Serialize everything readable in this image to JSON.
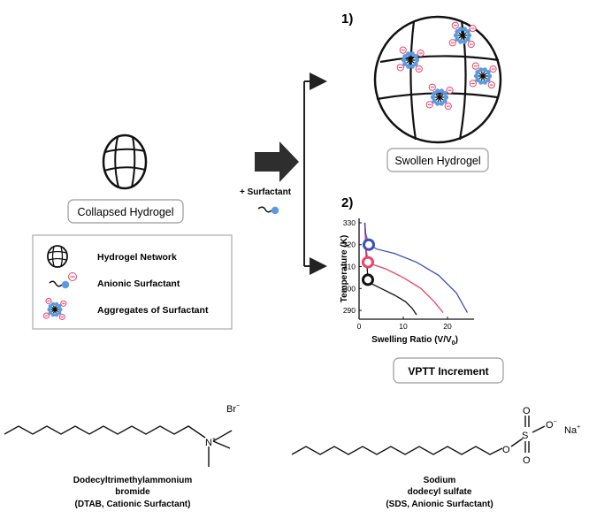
{
  "panel1": {
    "number": "1)",
    "caption": "Swollen Hydrogel"
  },
  "panel2": {
    "number": "2)",
    "caption": "VPTT Increment"
  },
  "collapsed": {
    "caption": "Collapsed Hydrogel"
  },
  "surfactant_label": "+ Surfactant",
  "legend": {
    "items": [
      {
        "label": "Hydrogel Network",
        "icon": "hydrogel-network-icon"
      },
      {
        "label": "Anionic Surfactant",
        "icon": "anionic-surfactant-icon"
      },
      {
        "label": "Aggregates of Surfactant",
        "icon": "surfactant-aggregate-icon"
      }
    ]
  },
  "charge_symbol": "⊖",
  "chart_data": {
    "type": "line",
    "xlabel": "Swelling Ratio (V/V",
    "xlabel_sub": "0",
    "xlabel_end": ")",
    "ylabel": "Temperature (K)",
    "xlim": [
      0,
      26
    ],
    "ylim": [
      286,
      332
    ],
    "xticks": [
      0,
      10,
      20
    ],
    "yticks": [
      290,
      300,
      310,
      320,
      330
    ],
    "series": [
      {
        "color": "#111111",
        "vptt": 304,
        "x": [
          1.3,
          1.5,
          2.0,
          3.0,
          5.0,
          8.0,
          10.5,
          12.0,
          13.0
        ],
        "y": [
          330,
          320,
          304,
          302,
          300,
          297,
          294,
          291,
          288
        ]
      },
      {
        "color": "#e8436b",
        "vptt": 312,
        "x": [
          1.3,
          1.5,
          2.0,
          3.0,
          6.0,
          10.0,
          14.0,
          17.0,
          19.0
        ],
        "y": [
          330,
          320,
          312,
          311,
          309,
          305,
          300,
          294,
          289
        ]
      },
      {
        "color": "#3b4fb8",
        "vptt": 320,
        "x": [
          1.3,
          1.5,
          2.2,
          4.0,
          8.0,
          13.0,
          18.0,
          22.0,
          24.5
        ],
        "y": [
          330,
          325,
          320,
          318,
          316,
          312,
          306,
          298,
          289
        ]
      }
    ]
  },
  "structures": {
    "dtab": {
      "counter_ion": "Br",
      "counter_sup": "−",
      "n_label": "N",
      "n_sup": "+",
      "name_line1": "Dodecyltrimethylammonium",
      "name_line2": "bromide",
      "name_line3": "(DTAB, Cationic Surfactant)"
    },
    "sds": {
      "s_label": "S",
      "o_labels": [
        "O",
        "O",
        "O",
        "O"
      ],
      "o_minus": "−",
      "counter_ion": "Na",
      "counter_sup": "+",
      "name_line1": "Sodium",
      "name_line2": "dodecyl sulfate",
      "name_line3": "(SDS, Anionic Surfactant)"
    }
  }
}
